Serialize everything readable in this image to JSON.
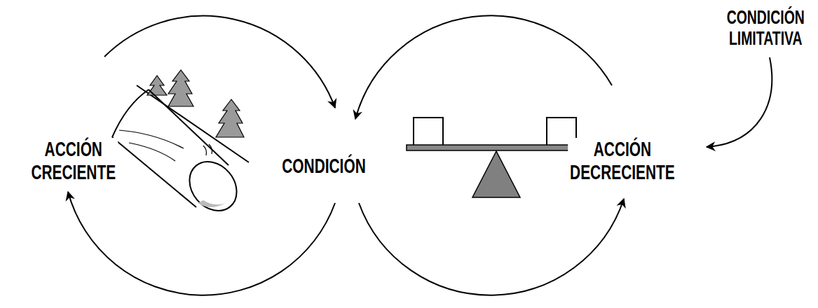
{
  "diagram": {
    "labels": [
      "CONDICIÓN LIMITATIVA",
      "ACCIÓN CRECIENTE",
      "CONDICIÓN",
      "ACCIÓN DECRECIENTE"
    ]
  }
}
